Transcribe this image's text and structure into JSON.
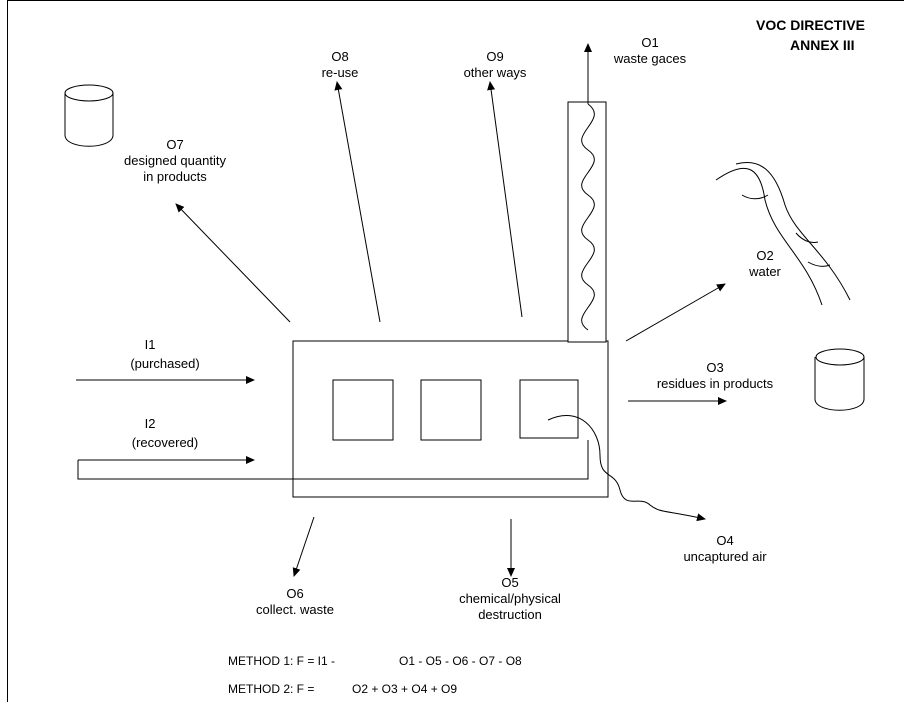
{
  "title": {
    "line1": "VOC DIRECTIVE",
    "line2": "ANNEX  III"
  },
  "inputs": {
    "i1": {
      "code": "I1",
      "desc": "(purchased)"
    },
    "i2": {
      "code": "I2",
      "desc": "(recovered)"
    }
  },
  "outputs": {
    "o1": {
      "code": "O1",
      "desc": "waste gaces"
    },
    "o2": {
      "code": "O2",
      "desc": "water"
    },
    "o3": {
      "code": "O3",
      "desc": "residues in products"
    },
    "o4": {
      "code": "O4",
      "desc": "uncaptured air"
    },
    "o5": {
      "code": "O5",
      "desc1": "chemical/physical",
      "desc2": "destruction"
    },
    "o6": {
      "code": "O6",
      "desc": "collect. waste"
    },
    "o7": {
      "code": "O7",
      "desc1": "designed quantity",
      "desc2": "in products"
    },
    "o8": {
      "code": "O8",
      "desc": "re-use"
    },
    "o9": {
      "code": "O9",
      "desc": "other ways"
    }
  },
  "methods": {
    "m1_label": "METHOD 1: F = I1 -",
    "m1_formula": "O1 - O5 - O6 - O7 - O8",
    "m2_label": "METHOD 2: F =",
    "m2_formula": "O2 + O3 + O4 + O9"
  }
}
